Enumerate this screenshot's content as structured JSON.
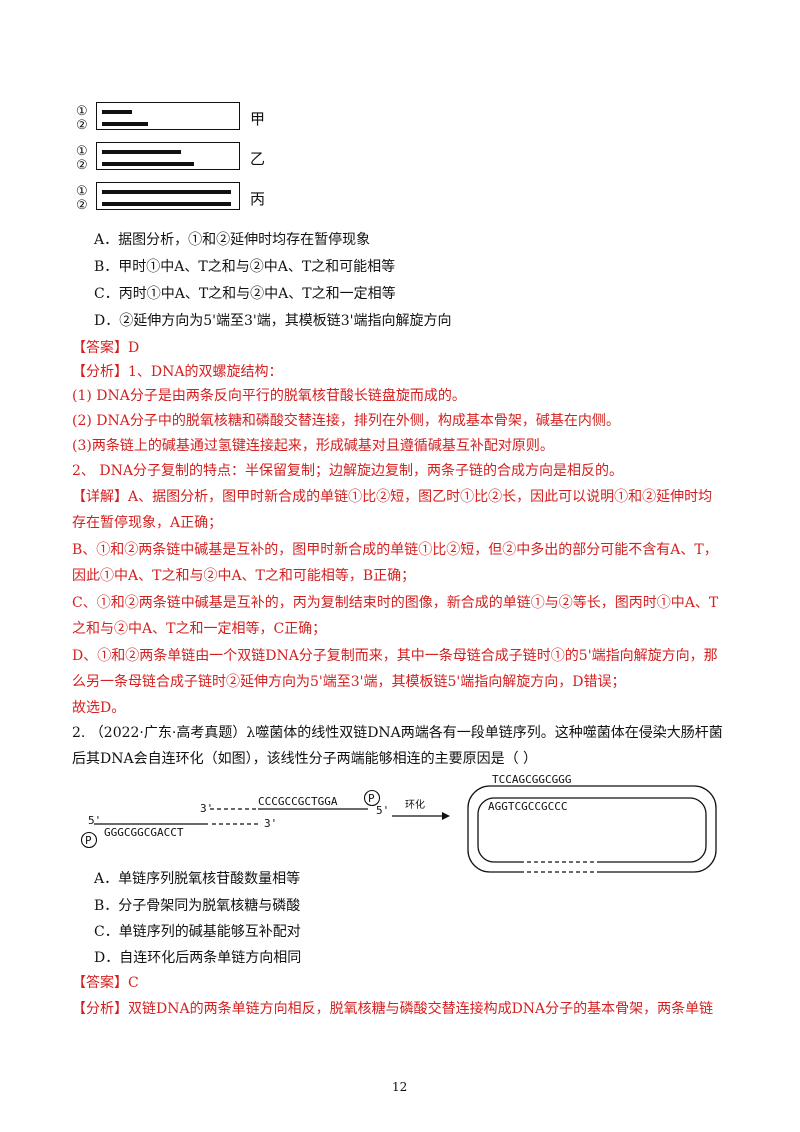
{
  "figure1": {
    "rows": [
      {
        "n1": "①",
        "n2": "②",
        "label": "甲",
        "len1": 0.22,
        "len2": 0.34
      },
      {
        "n1": "①",
        "n2": "②",
        "label": "乙",
        "len1": 0.58,
        "len2": 0.68
      },
      {
        "n1": "①",
        "n2": "②",
        "label": "丙",
        "len1": 0.95,
        "len2": 0.95
      }
    ]
  },
  "q1": {
    "optA": "A．据图分析，①和②延伸时均存在暂停现象",
    "optB": "B．甲时①中A、T之和与②中A、T之和可能相等",
    "optC": "C．丙时①中A、T之和与②中A、T之和一定相等",
    "optD": "D．②延伸方向为5'端至3'端，其模板链3'端指向解旋方向",
    "answer_tag": "【答案】",
    "answer": "D",
    "analysis_tag": "【分析】",
    "a1": "1、DNA的双螺旋结构：",
    "a2": "(1) DNA分子是由两条反向平行的脱氧核苷酸长链盘旋而成的。",
    "a3": "(2) DNA分子中的脱氧核糖和磷酸交替连接，排列在外侧，构成基本骨架，碱基在内侧。",
    "a4": "(3)两条链上的碱基通过氢键连接起来，形成碱基对且遵循碱基互补配对原则。",
    "a5": "2、 DNA分子复制的特点：半保留复制；边解旋边复制，两条子链的合成方向是相反的。",
    "detail_tag": "【详解】",
    "d1": "A、据图分析，图甲时新合成的单链①比②短，图乙时①比②长，因此可以说明①和②延伸时均",
    "d2": "存在暂停现象，A正确；",
    "d3": "B、①和②两条链中碱基是互补的，图甲时新合成的单链①比②短，但②中多出的部分可能不含有A、T，",
    "d4": "因此①中A、T之和与②中A、T之和可能相等，B正确；",
    "d5": "C、①和②两条链中碱基是互补的，丙为复制结束时的图像，新合成的单链①与②等长，图丙时①中A、T",
    "d6": "之和与②中A、T之和一定相等，C正确；",
    "d7": "D、①和②两条单链由一个双链DNA分子复制而来，其中一条母链合成子链时①的5'端指向解旋方向，那",
    "d8": "么另一条母链合成子链时②延伸方向为5'端至3'端，其模板链5'端指向解旋方向，D错误；",
    "d9": "故选D。"
  },
  "q2": {
    "s1": "2. （2022·广东·高考真题）λ噬菌体的线性双链DNA两端各有一段单链序列。这种噬菌体在侵染大肠杆菌",
    "s2": "后其DNA会自连环化（如图），该线性分子两端能够相连的主要原因是（ ）",
    "fig": {
      "top_seq": "CCCGCCGCTGGA",
      "bottom_seq": "GGGCGGCGACCT",
      "p": "P",
      "three_top": "3'",
      "five_top": "5'",
      "five_bottom": "5'",
      "three_bottom": "3'",
      "arrow_label": "环化",
      "ring_top": "TCCAGCGGCGGG",
      "ring_inner": "AGGTCGCCGCCC"
    },
    "optA": "A．单链序列脱氧核苷酸数量相等",
    "optB": "B．分子骨架同为脱氧核糖与磷酸",
    "optC": "C．单链序列的碱基能够互补配对",
    "optD": "D．自连环化后两条单链方向相同",
    "answer_tag": "【答案】",
    "answer": "C",
    "analysis_tag": "【分析】",
    "an1": "双链DNA的两条单链方向相反，脱氧核糖与磷酸交替连接构成DNA分子的基本骨架，两条单链"
  },
  "page_number": "12"
}
